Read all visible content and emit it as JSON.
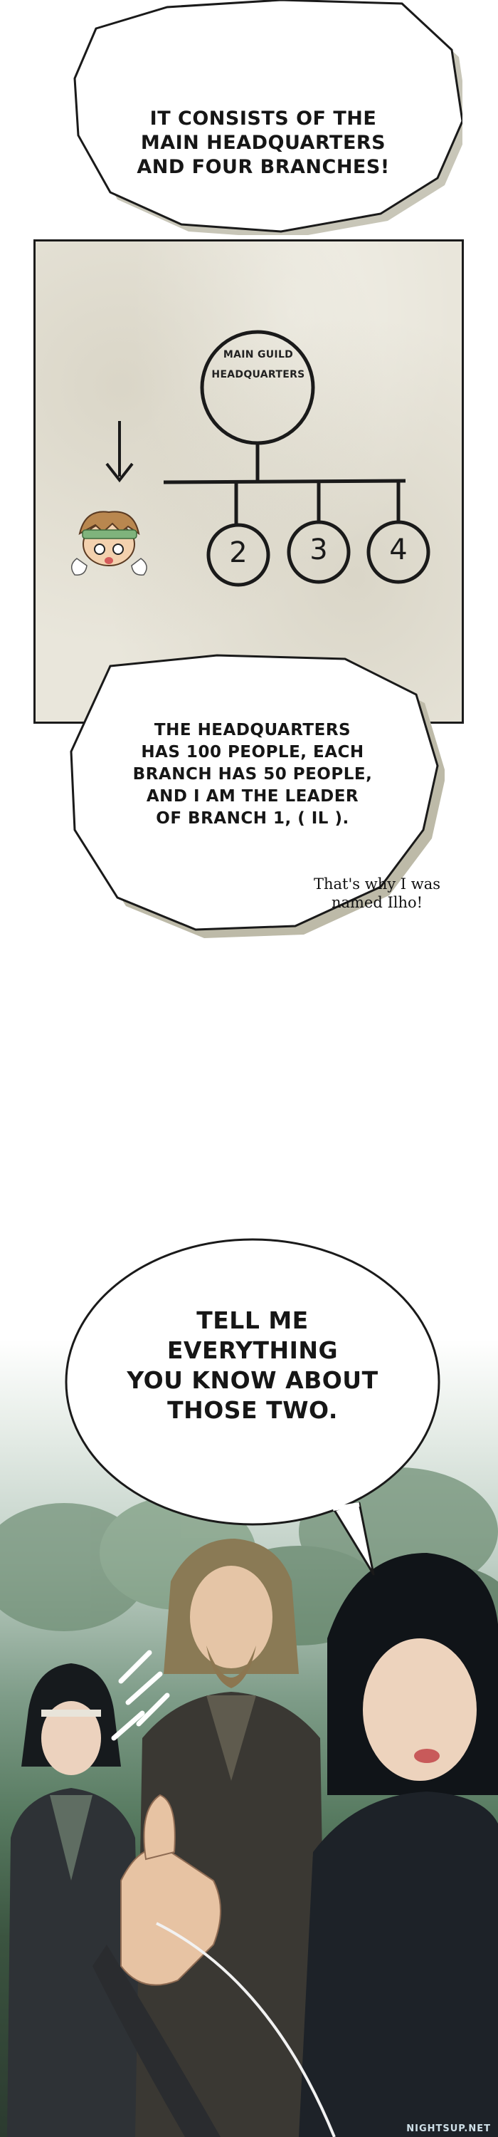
{
  "bubble_top": {
    "lines": [
      "IT CONSISTS OF THE",
      "MAIN HEADQUARTERS",
      "AND FOUR BRANCHES!"
    ]
  },
  "chart": {
    "headquarters_label": [
      "MAIN GUILD",
      "HEADQUARTERS"
    ],
    "branch_numbers": [
      "2",
      "3",
      "4"
    ]
  },
  "bubble_middle": {
    "lines": [
      "THE HEADQUARTERS",
      "HAS 100 PEOPLE, EACH",
      "BRANCH HAS 50 PEOPLE,",
      "AND I AM THE LEADER",
      "OF BRANCH 1, ( IL )."
    ]
  },
  "aside_note": {
    "lines": [
      "That's why I was",
      "named Ilho!"
    ]
  },
  "bubble_bottom": {
    "lines": [
      "TELL ME",
      "EVERYTHING",
      "YOU KNOW ABOUT",
      "THOSE TWO."
    ]
  },
  "watermark": "NIGHTSUP.NET",
  "colors": {
    "ink": "#161616",
    "paper": "#e9e6db",
    "forest": "#577a60"
  }
}
